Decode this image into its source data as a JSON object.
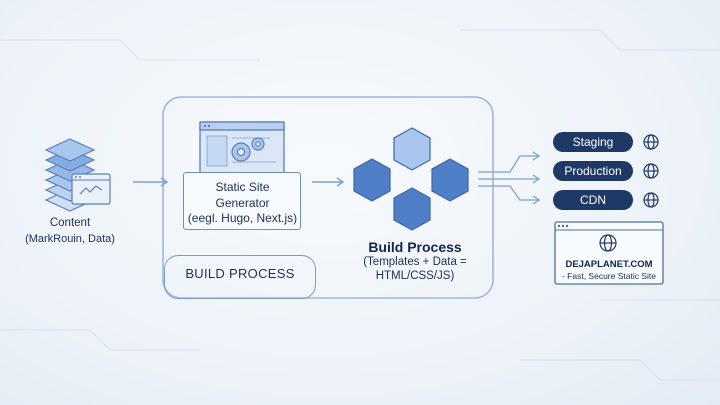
{
  "content": {
    "title": "Content",
    "subtitle": "(MarkRouin, Data)"
  },
  "ssg": {
    "line1": "Static Site",
    "line2": "Generator",
    "line3": "(eegl. Hugo, Next.js)"
  },
  "build_tag": {
    "label": "BUILD PROCESS"
  },
  "build_process": {
    "title": "Build Process",
    "line1": "(Templates + Data =",
    "line2": "HTML/CSS/JS)"
  },
  "deploy_targets": [
    {
      "label": "Staging",
      "icon": "globe-icon"
    },
    {
      "label": "Production",
      "icon": "globe-icon"
    },
    {
      "label": "CDN",
      "icon": "globe-icon"
    }
  ],
  "site_preview": {
    "name": "DEJAPLANET.COM",
    "tagline": "- Fast, Secure Static Site"
  },
  "colors": {
    "accent": "#1f3966",
    "stroke": "#6f8fc0",
    "hex_fill": "#4f7fc6",
    "hex_light": "#a9c6ee"
  }
}
